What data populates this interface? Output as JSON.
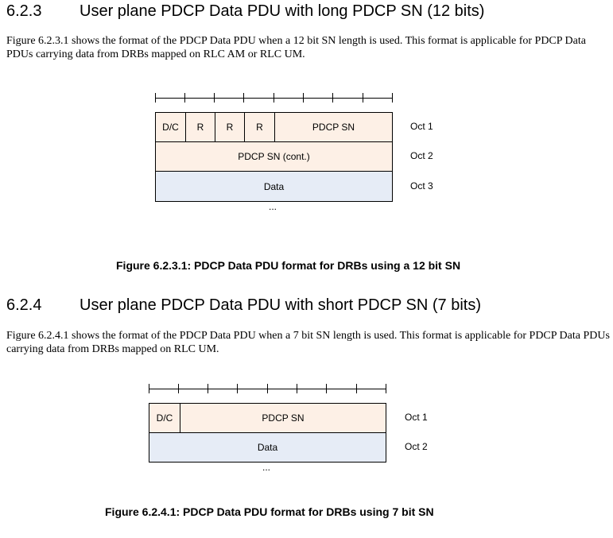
{
  "section1": {
    "number": "6.2.3",
    "title": "User plane PDCP Data PDU with long PDCP SN (12 bits)",
    "paragraph": "Figure 6.2.3.1 shows the format of the PDCP Data PDU when a 12 bit SN length is used. This format is applicable for PDCP Data PDUs carrying data from DRBs mapped on RLC AM or RLC UM.",
    "figure": {
      "row1": [
        "D/C",
        "R",
        "R",
        "R",
        "PDCP SN"
      ],
      "row2": "PDCP SN (cont.)",
      "row3": "Data",
      "octets": [
        "Oct 1",
        "Oct 2",
        "Oct 3"
      ],
      "ellipsis": "...",
      "caption": "Figure 6.2.3.1: PDCP Data PDU format for DRBs using a 12 bit SN"
    }
  },
  "section2": {
    "number": "6.2.4",
    "title": "User plane PDCP Data PDU with short PDCP SN (7 bits)",
    "paragraph": "Figure 6.2.4.1 shows the format of the PDCP Data PDU when a 7 bit SN length is used. This format is applicable for PDCP Data PDUs carrying data from DRBs mapped on RLC UM.",
    "figure": {
      "row1": [
        "D/C",
        "PDCP SN"
      ],
      "row2": "Data",
      "octets": [
        "Oct 1",
        "Oct 2"
      ],
      "ellipsis": "...",
      "caption": "Figure 6.2.4.1: PDCP Data PDU format for DRBs using 7 bit SN"
    }
  }
}
